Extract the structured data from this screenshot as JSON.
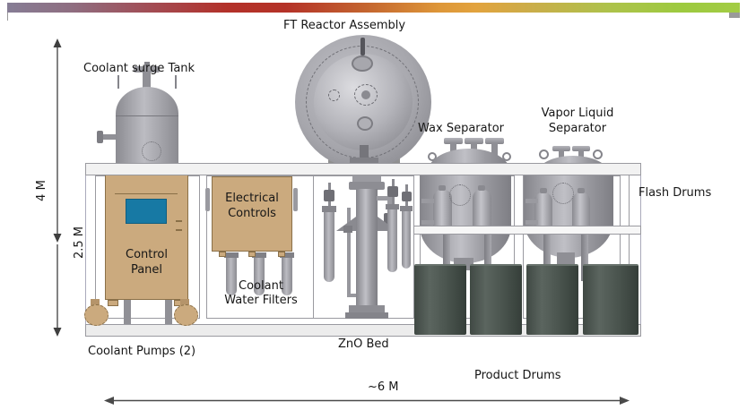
{
  "header": {
    "title": "FT Reactor Assembly"
  },
  "top_bar": {
    "gradient_colors": [
      "#867d95",
      "#b43228",
      "#e2a33e",
      "#9dca3f"
    ],
    "right_tab_color": "#9a9a9a"
  },
  "labels": {
    "coolant_surge_tank": "Coolant surge Tank",
    "wax_separator": "Wax Separator",
    "vapor_liquid_separator_line1": "Vapor Liquid",
    "vapor_liquid_separator_line2": "Separator",
    "flash_drums": "Flash Drums",
    "control_panel_line1": "Control",
    "control_panel_line2": "Panel",
    "electrical_controls_line1": "Electrical",
    "electrical_controls_line2": "Controls",
    "coolant_water_filters_line1": "Coolant",
    "coolant_water_filters_line2": "Water Filters",
    "zno_bed": "ZnO Bed",
    "coolant_pumps": "Coolant Pumps (2)",
    "product_drums": "Product Drums"
  },
  "dimensions": {
    "total_height": "4 M",
    "lower_height": "2.5 M",
    "total_width": "~6 M"
  },
  "colors": {
    "cabinet_tan": "#cbaa7e",
    "screen_blue": "#1779a4",
    "product_drum_dark": "#47504b",
    "equipment_gray": "#a2a2a8",
    "arrow_gray": "#3f3f3f"
  }
}
